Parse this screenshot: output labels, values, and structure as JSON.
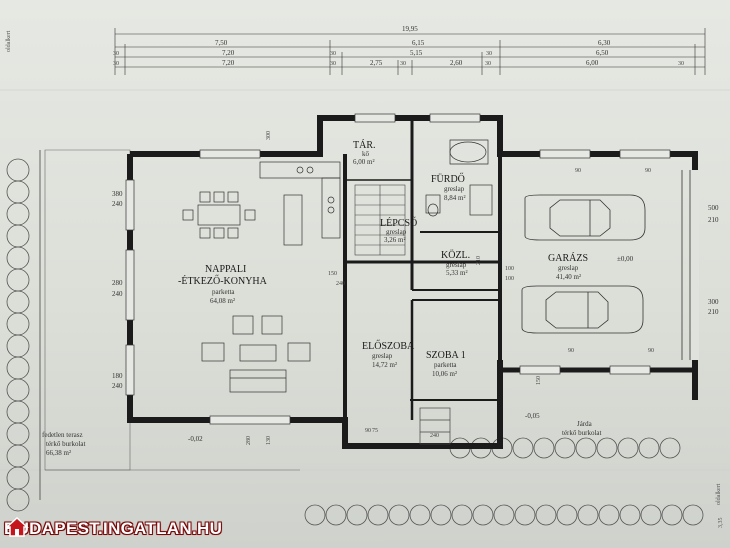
{
  "rooms": {
    "tar": {
      "name": "TÁR.",
      "floor": "kő",
      "area": "6,00 m²"
    },
    "furdo": {
      "name": "FÜRDŐ",
      "floor": "greslap",
      "area": "8,84 m²"
    },
    "lepcso": {
      "name": "LÉPCSŐ",
      "floor": "greslap",
      "area": "3,26 m²"
    },
    "kozl": {
      "name": "KÖZL.",
      "floor": "greslap",
      "area": "5,33 m²"
    },
    "nappali": {
      "name1": "NAPPALI",
      "name2": "-ÉTKEZŐ-KONYHA",
      "floor": "parketta",
      "area": "64,08 m²"
    },
    "garazs": {
      "name": "GARÁZS",
      "floor": "greslap",
      "area": "41,40 m²",
      "level": "±0,00"
    },
    "eloszoba": {
      "name": "ELŐSZOBA",
      "floor": "greslap",
      "area": "14,72 m²"
    },
    "szoba1": {
      "name": "SZOBA 1",
      "floor": "parketta",
      "area": "10,06 m²"
    },
    "terasz": {
      "name1": "fedetlen terasz",
      "name2": "térkő burkolat",
      "area": "66,38 m²"
    },
    "jarda": {
      "name1": "Járda",
      "name2": "térkő burkolat"
    }
  },
  "levels": {
    "terrace": "-0,02",
    "walk": "-0,05"
  },
  "top_dims": {
    "total": "19,95",
    "row1": [
      "7,50",
      "6,15",
      "6,30"
    ],
    "row2": [
      "30",
      "7,20",
      "30",
      "5,15",
      "30",
      "6,50"
    ],
    "row3": [
      "30",
      "7,20",
      "30",
      "2,75",
      "30",
      "2,60",
      "30",
      "6,00",
      "30"
    ]
  },
  "side_dims": {
    "left": [
      "380",
      "240",
      "280",
      "240",
      "180",
      "240"
    ],
    "right": [
      "500",
      "210",
      "300",
      "210"
    ]
  },
  "side_labels": {
    "left": "oldalkert",
    "right": "oldalkert",
    "scale": "3,35"
  },
  "misc_dims": [
    "300",
    "90",
    "240",
    "150",
    "280",
    "130",
    "90",
    "100",
    "75",
    "90",
    "240",
    "210",
    "90",
    "150",
    "90",
    "100"
  ],
  "watermark": "BUDAPEST.INGATLAN.HU"
}
